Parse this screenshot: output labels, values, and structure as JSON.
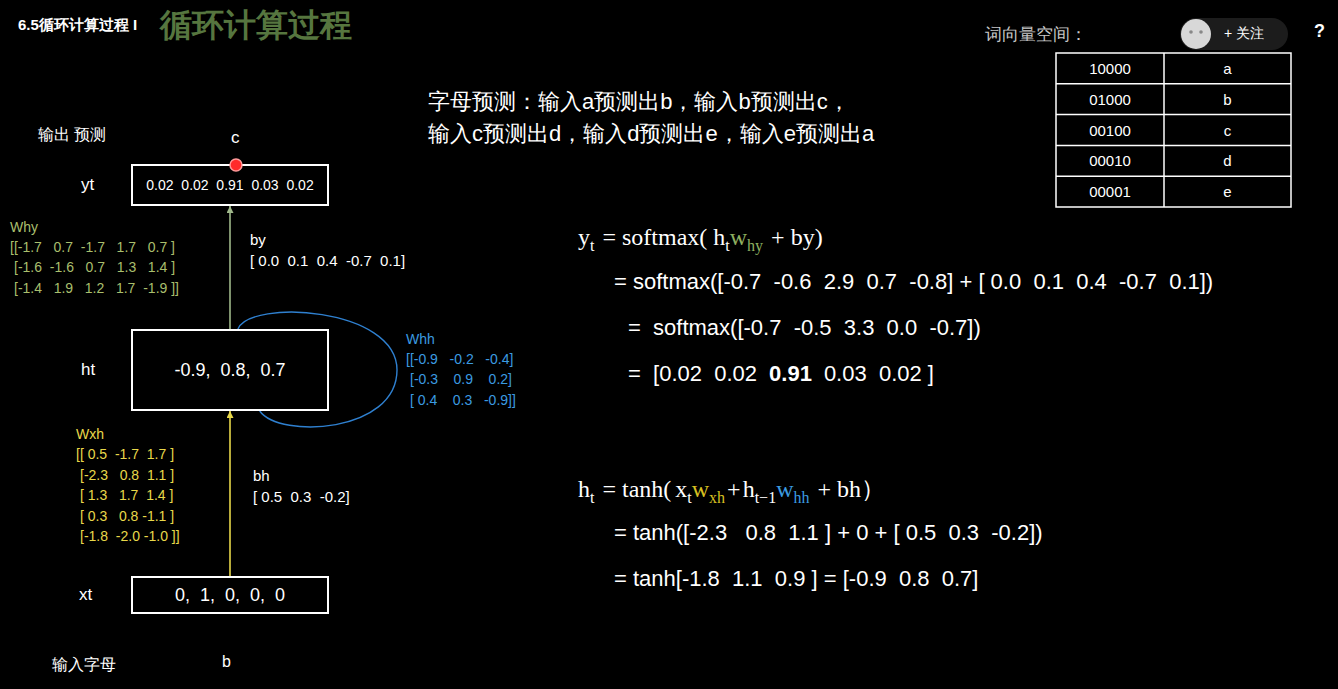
{
  "diagram": {
    "title": "6.5循环计算过程 I",
    "nodes": [
      {
        "text": [
          "yt",
          "0.02  0.02  0.91  0.03  0.02"
        ]
      },
      {
        "text": [
          "ht",
          "-0.9,  0.8,  0.7"
        ]
      },
      {
        "text": [
          "xt",
          "0,  1,  0,  0,  0"
        ]
      }
    ],
    "edges": [
      {
        "from": 2,
        "to": 1,
        "arrow": "to"
      },
      {
        "from": 1,
        "to": 0,
        "arrow": "to"
      },
      {
        "from": 1,
        "to": 1,
        "arrow": "none"
      }
    ],
    "labels": [
      "循环计算过程",
      "词向量空间：",
      "+ 关注",
      "?",
      "10000",
      "a",
      "01000",
      "b",
      "00100",
      "c",
      "00010",
      "d",
      "00001",
      "e",
      "字母预测：输入a预测出b，输入b预测出c，",
      "输入c预测出d，输入d预测出e，输入e预测出a",
      "输出 预测",
      "c",
      "Why",
      "[[-1.7   0.7  -1.7   1.7   0.7 ]",
      "[-1.6  -1.6   0.7   1.3   1.4 ]",
      "[-1.4   1.9   1.2   1.7  -1.9 ]]",
      "by",
      "[ 0.0  0.1  0.4  -0.7  0.1]",
      "Whh",
      "[[-0.9   -0.2   -0.4]",
      "[-0.3    0.9    0.2]",
      "[ 0.4    0.3   -0.9]]",
      "Wxh",
      "[[ 0.5  -1.7  1.7 ]",
      "[-2.3   0.8  1.1 ]",
      "[ 1.3   1.7  1.4 ]",
      "[ 0.3   0.8 -1.1 ]",
      "[-1.8  -2.0 -1.0 ]]",
      "bh",
      "[ 0.5  0.3  -0.2]",
      "输入字母",
      "b",
      "y",
      "t",
      "= softmax(",
      "h",
      "t",
      "w",
      "hy",
      "+ by)",
      "= softmax([-0.7  -0.6  2.9  0.7  -0.8] + [ 0.0  0.1  0.4  -0.7  0.1])",
      "=  softmax([-0.7  -0.5  3.3  0.0  -0.7])",
      "=  [0.02  0.02",
      "0.91",
      "0.03  0.02 ]",
      "h",
      "t",
      "= tanh(",
      "x",
      "t",
      "w",
      "xh",
      "+",
      "h",
      "t−1",
      "w",
      "hh",
      "+ bh）",
      "= tanh([-2.3   0.8  1.1 ] + 0 + [ 0.5  0.3  -0.2])",
      "= tanh[-1.8  1.1  0.9 ] = [-0.9  0.8  0.7]"
    ]
  }
}
